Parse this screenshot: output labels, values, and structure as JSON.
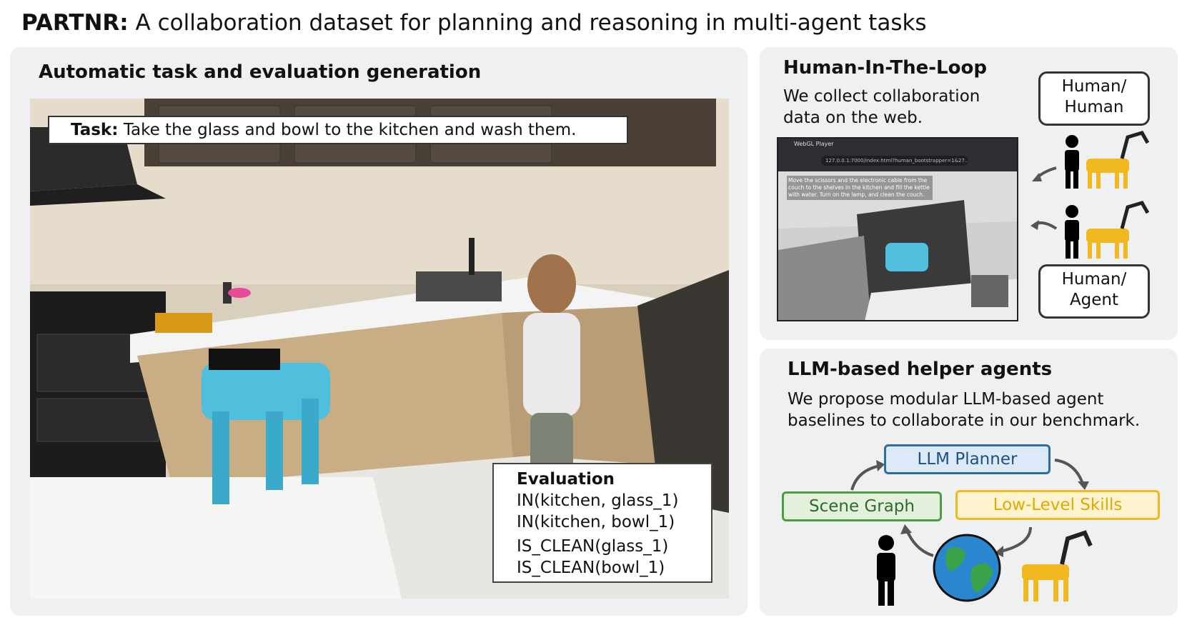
{
  "header": {
    "title_bold": "PARTNR:",
    "title_rest": " A collaboration dataset for planning and reasoning in multi-agent tasks"
  },
  "left_panel": {
    "heading": "Automatic task and evaluation generation",
    "task_label": "Task:",
    "task_text": " Take the glass and bowl to the kitchen and wash them.",
    "evaluation": {
      "heading": "Evaluation",
      "items": [
        "IN(kitchen, glass_1)",
        "IN(kitchen, bowl_1)",
        "IS_CLEAN(glass_1)",
        "IS_CLEAN(bowl_1)"
      ]
    }
  },
  "hitl_panel": {
    "heading": "Human-In-The-Loop",
    "desc_line1": "We collect collaboration",
    "desc_line2": "data on the web.",
    "box1_line1": "Human/",
    "box1_line2": "Human",
    "box2_line1": "Human/",
    "box2_line2": "Agent",
    "browser_tab": "WebGL Player",
    "browser_url": "127.0.0.1:7000/index.html?human_bootstrapper=1&27...",
    "browser_task": "Move the scissors and the electronic cable from the couch to the shelves in the kitchen and fill the kettle with water. Turn on the lamp, and clean the couch."
  },
  "llm_panel": {
    "heading": "LLM-based helper agents",
    "desc_line1": "We propose modular LLM-based agent",
    "desc_line2": "baselines to collaborate in our benchmark.",
    "planner": "LLM Planner",
    "scene_graph": "Scene Graph",
    "skills": "Low-Level Skills",
    "colors": {
      "planner_border": "#2e6da4",
      "planner_fill": "#dce9f7",
      "scene_border": "#4e9a45",
      "scene_fill": "#e2f0dc",
      "skills_border": "#f2b820",
      "skills_fill": "#fff4cf"
    }
  },
  "icons": [
    "human-icon",
    "robot-dog-icon",
    "globe-icon",
    "arrow-icon"
  ]
}
